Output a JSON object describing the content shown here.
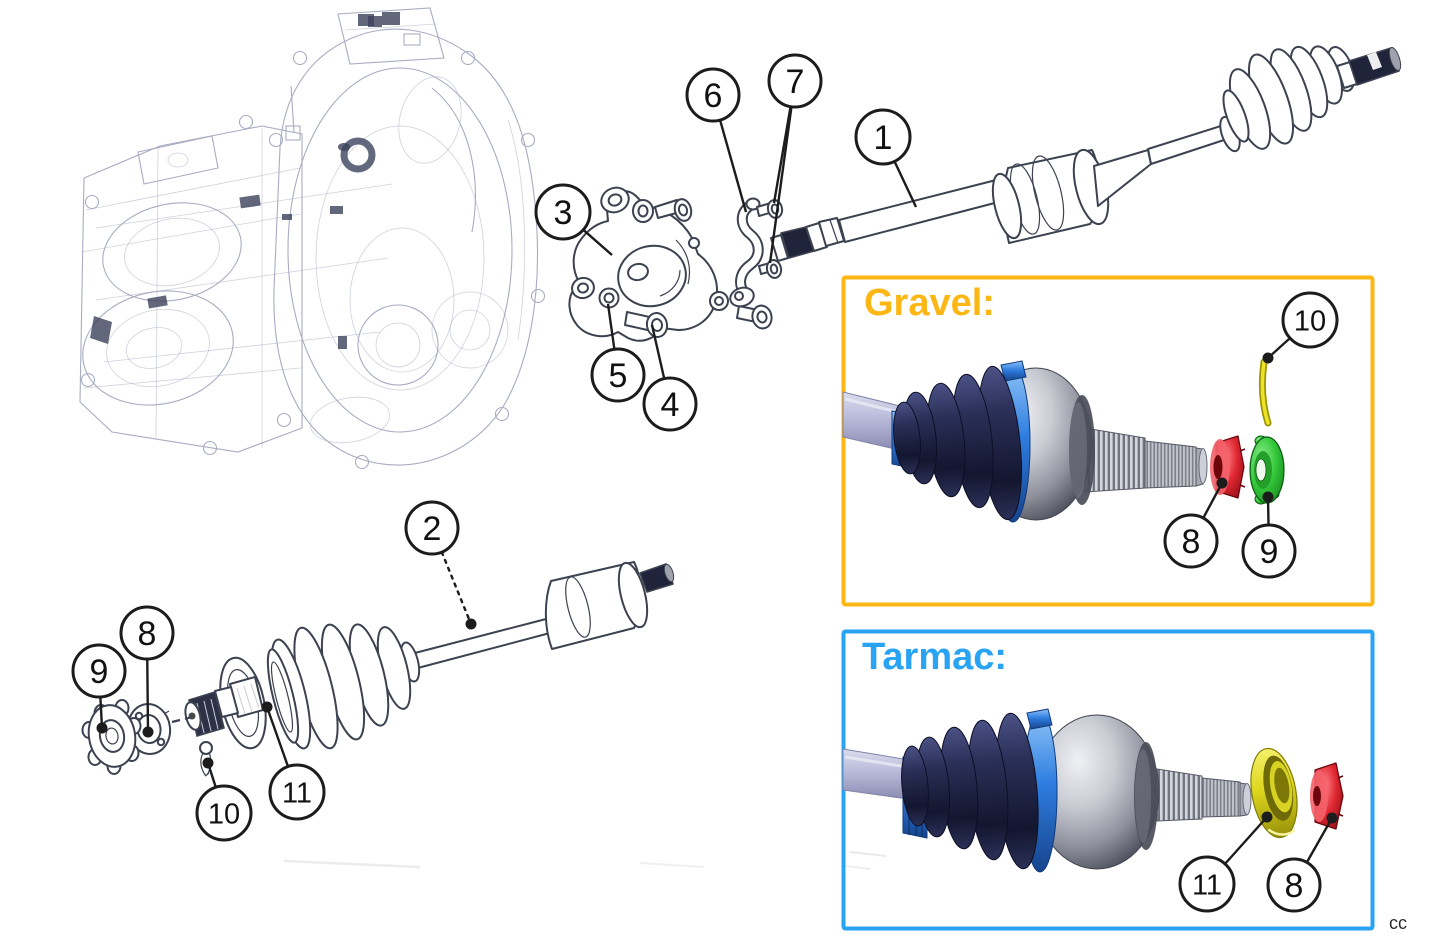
{
  "page": {
    "credit": "cc",
    "background": "#ffffff"
  },
  "colors": {
    "ink": "#3d4250",
    "wire": "#a8acc2",
    "wire_dark": "#3c415a",
    "dark_navy": "#20243a",
    "gravel_accent": "#FDB714",
    "tarmac_accent": "#29A3F3",
    "callout_line": "#1c1c1c",
    "clamp_blue": "#2e7de0",
    "part_red": "#d6202c",
    "part_green": "#2eb434",
    "part_yellow": "#e2da1e",
    "shaft_lavender": "#b6b7d6",
    "credit_color": "#2b2b2b"
  },
  "panels": {
    "gravel": {
      "label": "Gravel:"
    },
    "tarmac": {
      "label": "Tarmac:"
    }
  },
  "callouts": [
    {
      "n": "1",
      "group": "main",
      "c": [
        883,
        137
      ],
      "r": 27,
      "targets": [
        [
          916,
          207
        ]
      ],
      "dot": false,
      "dashed": false
    },
    {
      "n": "2",
      "group": "main",
      "c": [
        432,
        528
      ],
      "r": 26,
      "targets": [
        [
          471,
          624
        ]
      ],
      "dot": true,
      "dashed": true
    },
    {
      "n": "3",
      "group": "main",
      "c": [
        563,
        212
      ],
      "r": 27,
      "targets": [
        [
          612,
          255
        ]
      ],
      "dot": false,
      "dashed": false
    },
    {
      "n": "4",
      "group": "main",
      "c": [
        670,
        404
      ],
      "r": 26,
      "targets": [
        [
          652,
          325
        ]
      ],
      "dot": false,
      "dashed": false
    },
    {
      "n": "5",
      "group": "main",
      "c": [
        618,
        375
      ],
      "r": 26,
      "targets": [
        [
          608,
          304
        ]
      ],
      "dot": false,
      "dashed": false
    },
    {
      "n": "6",
      "group": "main",
      "c": [
        713,
        95
      ],
      "r": 26,
      "targets": [
        [
          746,
          212
        ]
      ],
      "dot": false,
      "dashed": false
    },
    {
      "n": "7",
      "group": "main",
      "c": [
        795,
        81
      ],
      "r": 26,
      "targets": [
        [
          774,
          203
        ],
        [
          770,
          263
        ]
      ],
      "dot": false,
      "dashed": false
    },
    {
      "n": "8",
      "group": "main",
      "c": [
        147,
        633
      ],
      "r": 26,
      "targets": [
        [
          148,
          732
        ]
      ],
      "dot": true,
      "dashed": false
    },
    {
      "n": "9",
      "group": "main",
      "c": [
        99,
        671
      ],
      "r": 26,
      "targets": [
        [
          102,
          728
        ]
      ],
      "dot": true,
      "dashed": false
    },
    {
      "n": "10",
      "group": "main",
      "c": [
        224,
        813
      ],
      "r": 27,
      "targets": [
        [
          208,
          763
        ]
      ],
      "dot": true,
      "dashed": false
    },
    {
      "n": "11",
      "group": "main",
      "c": [
        297,
        792
      ],
      "r": 27,
      "targets": [
        [
          267,
          707
        ]
      ],
      "dot": true,
      "dashed": false
    },
    {
      "n": "10",
      "group": "gravel",
      "c": [
        1310,
        320
      ],
      "r": 27,
      "targets": [
        [
          1268,
          358
        ]
      ],
      "dot": true,
      "dashed": false
    },
    {
      "n": "8",
      "group": "gravel",
      "c": [
        1191,
        541
      ],
      "r": 26,
      "targets": [
        [
          1222,
          483
        ]
      ],
      "dot": true,
      "dashed": false
    },
    {
      "n": "9",
      "group": "gravel",
      "c": [
        1269,
        551
      ],
      "r": 26,
      "targets": [
        [
          1268,
          497
        ]
      ],
      "dot": true,
      "dashed": false
    },
    {
      "n": "11",
      "group": "tarmac",
      "c": [
        1207,
        884
      ],
      "r": 27,
      "targets": [
        [
          1267,
          817
        ]
      ],
      "dot": true,
      "dashed": false
    },
    {
      "n": "8",
      "group": "tarmac",
      "c": [
        1294,
        885
      ],
      "r": 26,
      "targets": [
        [
          1332,
          818
        ]
      ],
      "dot": true,
      "dashed": false
    }
  ]
}
